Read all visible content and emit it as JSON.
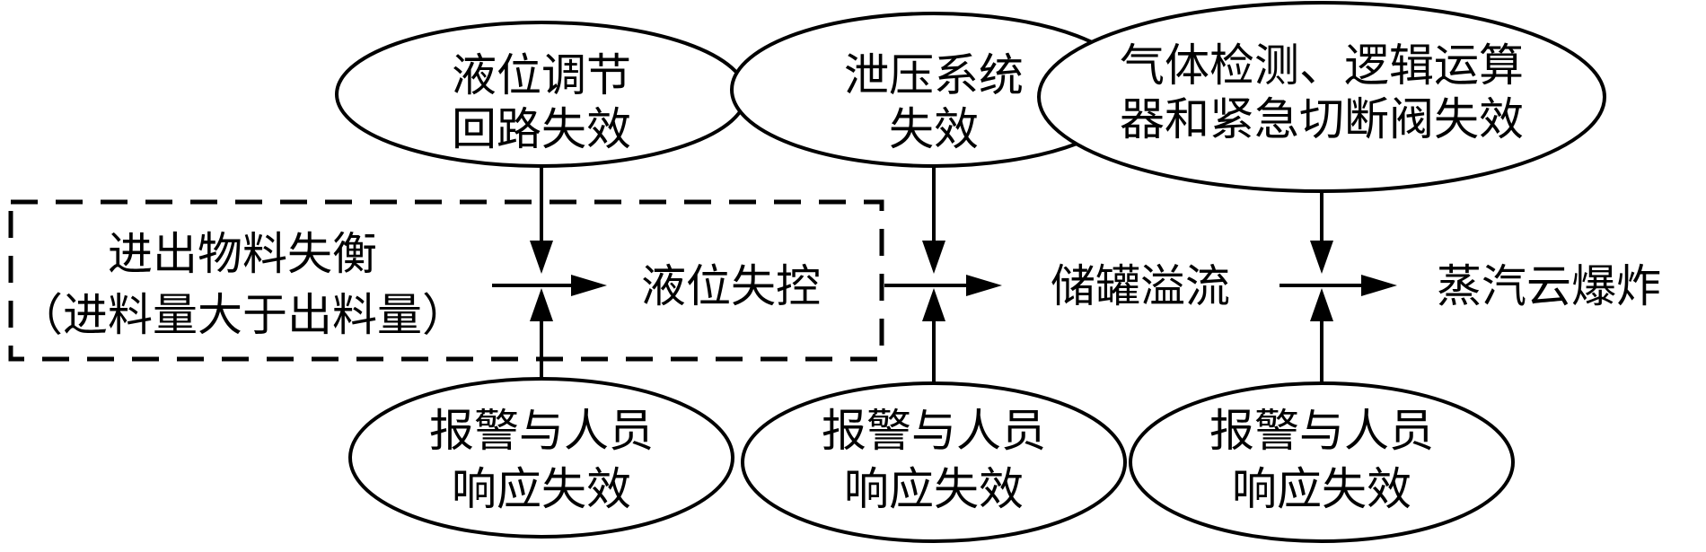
{
  "top_events": {
    "level_loop": {
      "line1": "液位调节",
      "line2": "回路失效"
    },
    "relief": {
      "line1": "泄压系统",
      "line2": "失效"
    },
    "gas_detect": {
      "line1": "气体检测、逻辑运算",
      "line2": "器和紧急切断阀失效"
    }
  },
  "main_chain": {
    "imbalance": {
      "line1": "进出物料失衡",
      "line2": "（进料量大于出料量）"
    },
    "level_loss": "液位失控",
    "overflow": "储罐溢流",
    "vce": "蒸汽云爆炸"
  },
  "bottom_events": {
    "alarm_1": {
      "line1": "报警与人员",
      "line2": "响应失效"
    },
    "alarm_2": {
      "line1": "报警与人员",
      "line2": "响应失效"
    },
    "alarm_3": {
      "line1": "报警与人员",
      "line2": "响应失效"
    }
  }
}
